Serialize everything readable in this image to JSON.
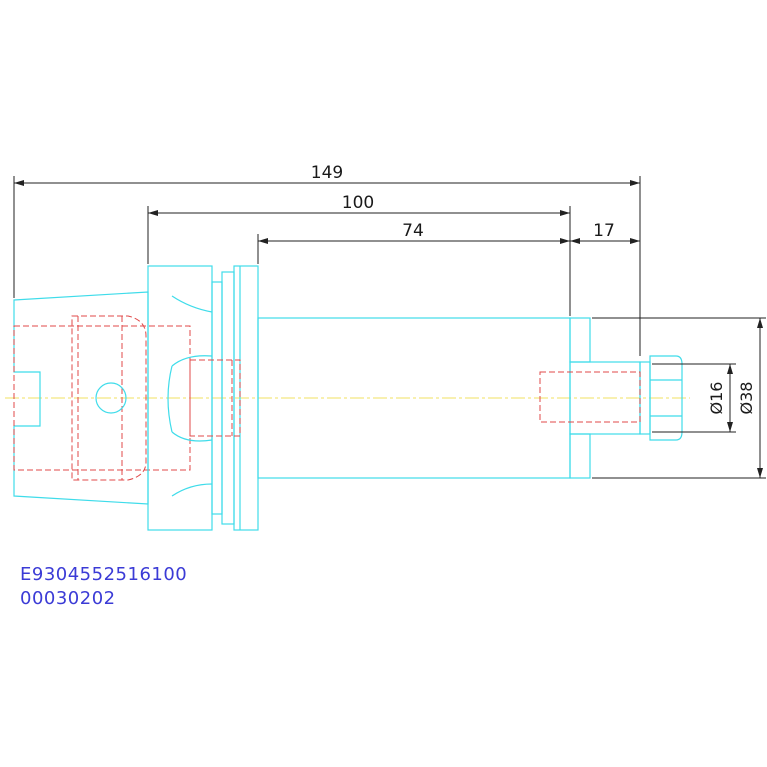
{
  "dimensions": {
    "overall_length": "149",
    "shank_length": "100",
    "body_length": "74",
    "nose_length": "17",
    "small_diameter": "Ø16",
    "large_diameter": "Ø38"
  },
  "part_code": {
    "line1": "E9304552516100",
    "line2": "00030202"
  },
  "colors": {
    "outline": "#3fdcea",
    "hidden_line": "#e04848",
    "center_line": "#f0e060",
    "dimension": "#222222",
    "code_text": "#3b3bd6"
  }
}
